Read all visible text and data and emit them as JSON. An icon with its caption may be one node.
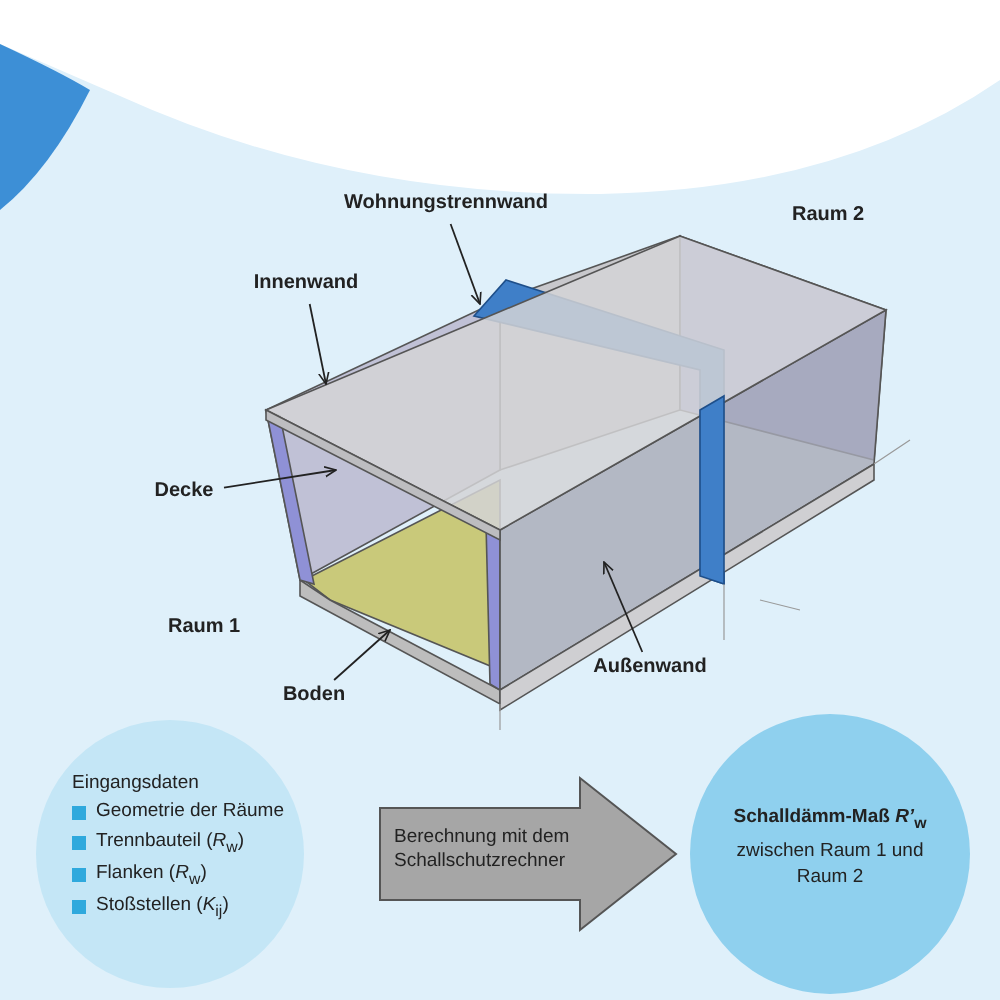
{
  "diagram": {
    "nodes": [
      {
        "text": [
          "Wohnungstrennwand"
        ]
      },
      {
        "text": [
          "Innenwand"
        ]
      },
      {
        "text": [
          "Decke"
        ]
      },
      {
        "text": [
          "Boden"
        ]
      },
      {
        "text": [
          "Außenwand"
        ]
      },
      {
        "text": [
          "Eingangsdaten",
          "Geometrie der Räume",
          "Trennbauteil (*R*$_{w}$)",
          "Flanken (*R*$_{w}$)",
          "Stoßstellen (*K*$_{ij}$)"
        ]
      },
      {
        "text": [
          "Schalldämm-Maß *R’*$_{w}$",
          "zwischen Raum 1 und Raum 2"
        ]
      }
    ],
    "edges": [
      {
        "from": 0,
        "to": null,
        "arrow": "to"
      },
      {
        "from": 1,
        "to": null,
        "arrow": "to"
      },
      {
        "from": 2,
        "to": null,
        "arrow": "to"
      },
      {
        "from": 3,
        "to": null,
        "arrow": "to"
      },
      {
        "from": 4,
        "to": null,
        "arrow": "to"
      },
      {
        "from": 5,
        "to": 6,
        "arrow": "to",
        "style": "thick",
        "color": "#a6a6a6",
        "label": "Berechnung mit dem Schallschutzrechner"
      }
    ],
    "labels": [
      "Raum 2",
      "Raum 1"
    ]
  }
}
